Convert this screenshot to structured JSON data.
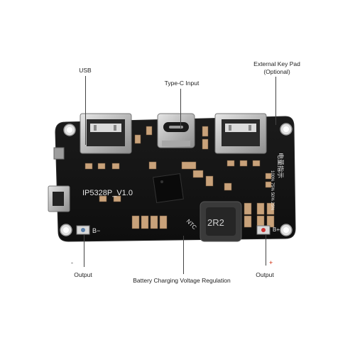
{
  "callouts": {
    "usb": "USB",
    "type_c_input": "Type-C Input",
    "external_key_pad": "External Key Pad",
    "optional": "(Optional)",
    "output_left": "Output",
    "battery_charging": "Battery Charging Voltage Regulation",
    "output_right": "Output"
  },
  "markings": {
    "minus_sign": "-",
    "plus_sign": "+"
  },
  "silkscreen": {
    "chip_name": "IP5328P_V1.0",
    "b_minus": "B−",
    "b_plus": "B+",
    "ntc": "NTC",
    "inductor": "2R2",
    "indicator_cn": "电量指示",
    "percent_scale": "100% 75% 50% 25%"
  },
  "colors": {
    "board": "#141414",
    "port_metal": "#c9c9c9",
    "text": "#222222",
    "plus_red": "#cc2200"
  }
}
